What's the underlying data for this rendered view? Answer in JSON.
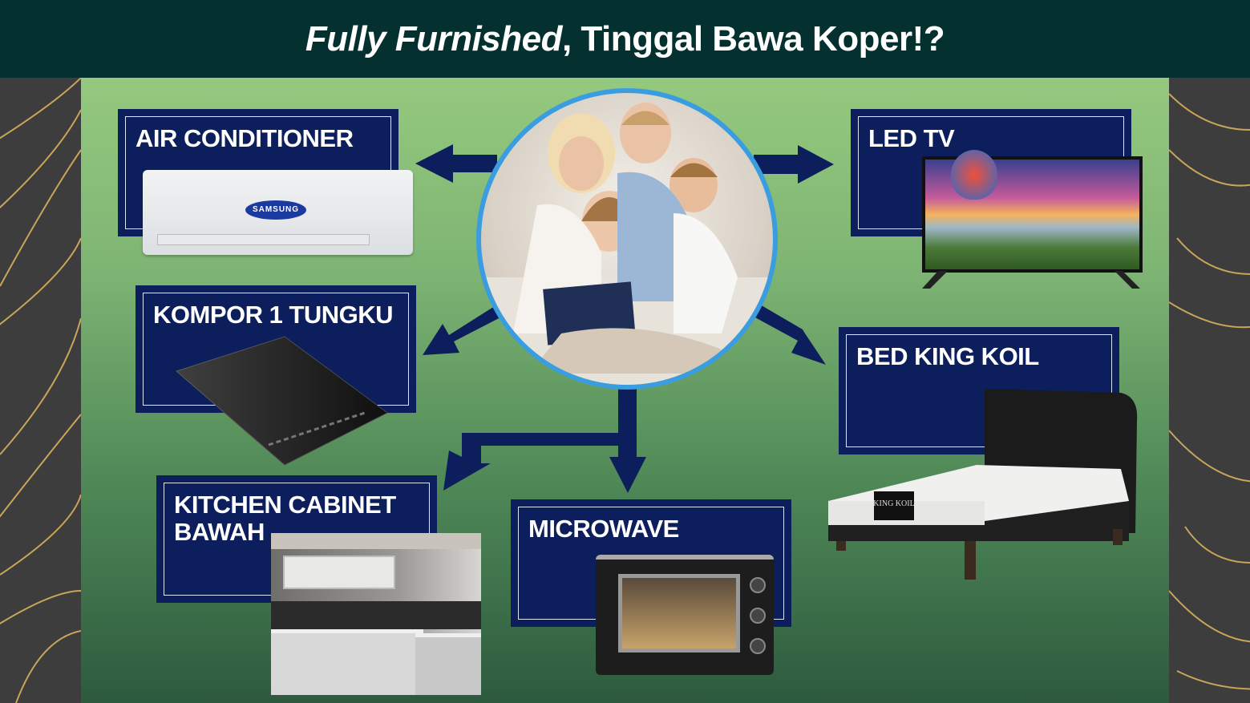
{
  "header": {
    "title_italic": "Fully Furnished",
    "title_rest": ", Tinggal Bawa Koper!?"
  },
  "items": {
    "ac": {
      "label": "AIR CONDITIONER",
      "brand": "SAMSUNG"
    },
    "tv": {
      "label": "LED TV"
    },
    "stove": {
      "label": "KOMPOR 1 TUNGKU"
    },
    "bed": {
      "label": "BED KING KOIL",
      "brand": "KING KOIL"
    },
    "kitchen": {
      "label": "KITCHEN CABINET BAWAH"
    },
    "microwave": {
      "label": "MICROWAVE"
    }
  },
  "colors": {
    "header": "#04312f",
    "box": "#0c1f5c",
    "ring": "#3a9de0",
    "gold": "#c9a55a"
  }
}
